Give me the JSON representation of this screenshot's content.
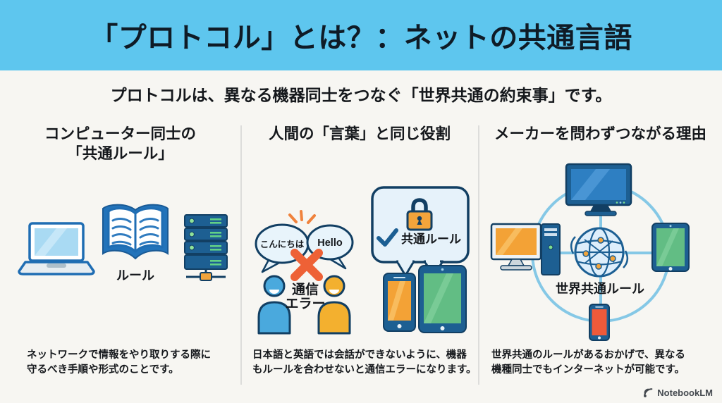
{
  "header": {
    "title": "「プロトコル」とは？：ネットの共通言語"
  },
  "subtitle": "プロトコルは、異なる機器同士をつなぐ「世界共通の約束事」です。",
  "columns": {
    "col1": {
      "heading_line1": "コンピューター同士の",
      "heading_line2": "「共通ルール」",
      "book_label": "ルール",
      "caption_line1": "ネットワークで情報をやり取りする際に",
      "caption_line2": "守るべき手順や形式のことです。"
    },
    "col2": {
      "heading_line1": "人間の「言葉」と同じ役割",
      "bubble_left": "こんにちは",
      "bubble_right": "Hello",
      "error_word_line1": "通信",
      "error_word_line2": "エラー",
      "rule_bubble_label": "共通ルール",
      "caption_line1": "日本語と英語では会話ができないように、機器",
      "caption_line2": "もルールを合わせないと通信エラーになります。"
    },
    "col3": {
      "heading_line1": "メーカーを問わずつながる理由",
      "center_label": "世界共通ルール",
      "caption_line1": "世界共通のルールがあるおかげで、異なる",
      "caption_line2": "機種同士でもインターネットが可能です。"
    }
  },
  "footer": {
    "brand": "NotebookLM"
  },
  "colors": {
    "header_bg": "#5ec6ee",
    "title_text": "#0f1b26",
    "outline_navy": "#123f63",
    "mid_blue": "#1d5f92",
    "bright_blue": "#2e7fc2",
    "sky_circle": "#85c8e6",
    "bubble_fill": "#e8f4fb",
    "orange": "#f2a43b",
    "red_orange": "#ee5a3a",
    "x_mark": "#ee6136",
    "green": "#62bd84",
    "led_green": "#7ddf8f",
    "background": "#f7f6f2",
    "divider": "#dddddb"
  }
}
